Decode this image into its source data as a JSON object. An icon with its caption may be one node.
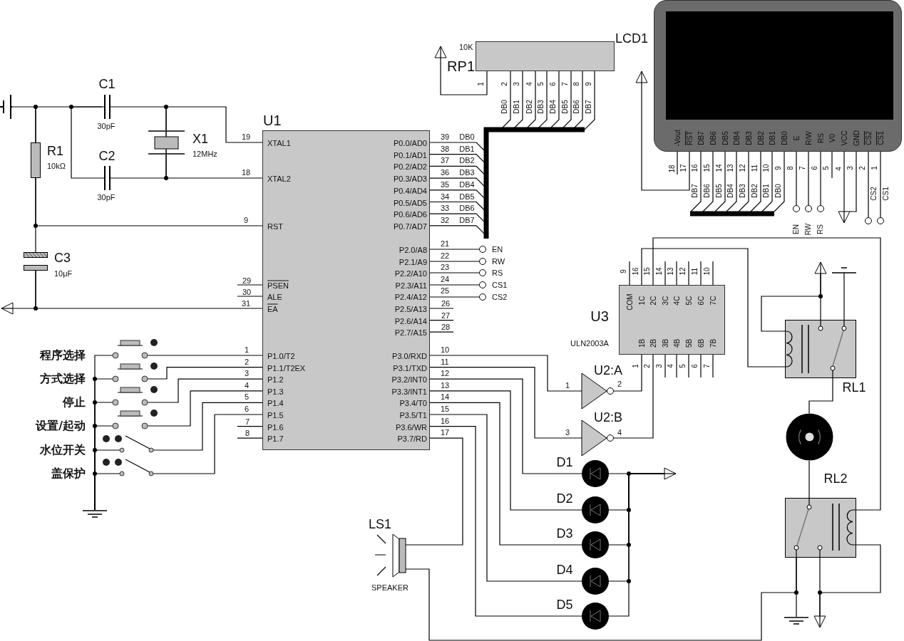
{
  "diagram": {
    "nodes": [
      {
        "text": [
          "C1",
          "30pF"
        ]
      },
      {
        "text": [
          "C2",
          "30pF"
        ]
      },
      {
        "text": [
          "X1",
          "12MHz"
        ]
      },
      {
        "text": [
          "R1",
          "10kΩ"
        ]
      },
      {
        "text": [
          "C3",
          "10μF"
        ]
      },
      {
        "text": [
          "U1",
          "XTAL1",
          "XTAL2",
          "RST",
          "PSEN",
          "ALE",
          "EA",
          "P1.0/T2",
          "P1.1/T2EX",
          "P1.2",
          "P1.3",
          "P1.4",
          "P1.5",
          "P1.6",
          "P1.7",
          "P0.0/AD0",
          "P0.1/AD1",
          "P0.2/AD2",
          "P0.3/AD3",
          "P0.4/AD4",
          "P0.5/AD5",
          "P0.6/AD6",
          "P0.7/AD7",
          "P2.0/A8",
          "P2.1/A9",
          "P2.2/A10",
          "P2.3/A11",
          "P2.4/A12",
          "P2.5/A13",
          "P2.6/A14",
          "P2.7/A15",
          "P3.0/RXD",
          "P3.1/TXD",
          "P3.2/INT0",
          "P3.3/INT1",
          "P3.4/T0",
          "P3.5/T1",
          "P3.6/WR",
          "P3.7/RD"
        ],
        "beside": [
          "29",
          "30",
          "26",
          "27",
          "28",
          "7",
          "8"
        ]
      },
      {
        "text": [
          "10K",
          "RP1"
        ]
      },
      {
        "text": [
          "LCD1",
          "-Vout",
          "RST",
          "DB7",
          "DB6",
          "DB5",
          "DB4",
          "DB3",
          "DB2",
          "DB1",
          "DB0",
          "E",
          "R/W",
          "RS",
          "V0",
          "VCC",
          "GND",
          "CS2",
          "CS1"
        ],
        "beside": [
          "18",
          "4"
        ]
      },
      {
        "text": [
          "U3",
          "ULN2003A",
          "COM",
          "1C",
          "2C",
          "3C",
          "4C",
          "5C",
          "6C",
          "7C",
          "1B",
          "2B",
          "3B",
          "4B",
          "5B",
          "6B",
          "7B"
        ]
      },
      {
        "text": [
          "U2:A"
        ]
      },
      {
        "text": [
          "U2:B"
        ]
      },
      {
        "text": [
          "RL1"
        ]
      },
      {
        "text": [],
        "shape": "circle"
      },
      {
        "text": [
          "RL2"
        ]
      },
      {
        "text": [
          "LS1",
          "SPEAKER"
        ]
      },
      {
        "text": [
          "D1"
        ]
      },
      {
        "text": [
          "D2"
        ]
      },
      {
        "text": [
          "D3"
        ]
      },
      {
        "text": [
          "D4"
        ]
      },
      {
        "text": [
          "D5"
        ]
      },
      {
        "text": [],
        "shape": "switch",
        "beside": [
          "程序选择"
        ]
      },
      {
        "text": [],
        "shape": "switch",
        "beside": [
          "方式选择"
        ]
      },
      {
        "text": [],
        "shape": "switch",
        "beside": [
          "停止"
        ]
      },
      {
        "text": [],
        "shape": "switch",
        "beside": [
          "设置/起动"
        ]
      },
      {
        "text": [],
        "shape": "switch",
        "beside": [
          "水位开关"
        ]
      },
      {
        "text": [],
        "shape": "switch",
        "beside": [
          "盖保护"
        ]
      },
      {
        "text": [
          "EN"
        ]
      },
      {
        "text": [
          "RW"
        ]
      },
      {
        "text": [
          "RS"
        ]
      },
      {
        "text": [
          "CS1"
        ]
      },
      {
        "text": [
          "CS2"
        ]
      },
      {
        "text": [
          "EN"
        ]
      },
      {
        "text": [
          "RW"
        ]
      },
      {
        "text": [
          "RS"
        ]
      },
      {
        "text": [
          "CS2"
        ]
      },
      {
        "text": [
          "CS1"
        ]
      },
      {
        "text": [],
        "shape": "triangle"
      },
      {
        "text": [],
        "shape": "triangle"
      },
      {
        "text": [],
        "shape": "triangle"
      },
      {
        "text": [],
        "shape": "ground"
      },
      {
        "text": [],
        "shape": "triangle"
      },
      {
        "text": [],
        "shape": "triangle"
      },
      {
        "text": [],
        "shape": "triangle"
      },
      {
        "text": [],
        "shape": "triangle"
      },
      {
        "text": [],
        "shape": "ground"
      },
      {
        "text": [],
        "shape": "ground"
      },
      {
        "text": [],
        "shape": "bar"
      }
    ],
    "edges": [
      {
        "from": 3,
        "to": 0,
        "arrow": "none"
      },
      {
        "from": 0,
        "to": 1,
        "arrow": "none"
      },
      {
        "from": 0,
        "to": 2,
        "arrow": "none"
      },
      {
        "from": 2,
        "to": 5,
        "arrow": "none"
      },
      {
        "from": 1,
        "to": 2,
        "arrow": "none"
      },
      {
        "from": 2,
        "to": 5,
        "arrow": "none"
      },
      {
        "from": 3,
        "to": 4,
        "arrow": "none"
      },
      {
        "from": 3,
        "to": 5,
        "arrow": "none"
      },
      {
        "from": 4,
        "to": 5,
        "arrow": "none"
      },
      {
        "from": 5,
        "to": 6,
        "arrow": "none"
      },
      {
        "from": 5,
        "to": 26,
        "arrow": "none"
      },
      {
        "from": 5,
        "to": 27,
        "arrow": "none"
      },
      {
        "from": 5,
        "to": 28,
        "arrow": "none"
      },
      {
        "from": 5,
        "to": 29,
        "arrow": "none"
      },
      {
        "from": 5,
        "to": 30,
        "arrow": "none"
      },
      {
        "from": 7,
        "to": 31,
        "arrow": "none"
      },
      {
        "from": 7,
        "to": 32,
        "arrow": "none"
      },
      {
        "from": 7,
        "to": 33,
        "arrow": "none"
      },
      {
        "from": 7,
        "to": 34,
        "arrow": "none"
      },
      {
        "from": 7,
        "to": 35,
        "arrow": "none"
      },
      {
        "from": 5,
        "to": 9,
        "arrow": "none"
      },
      {
        "from": 5,
        "to": 10,
        "arrow": "none"
      },
      {
        "from": 9,
        "to": 8,
        "arrow": "none"
      },
      {
        "from": 10,
        "to": 8,
        "arrow": "none"
      },
      {
        "from": 8,
        "to": 11,
        "arrow": "none"
      },
      {
        "from": 8,
        "to": 13,
        "arrow": "none"
      },
      {
        "from": 11,
        "to": 12,
        "arrow": "none"
      },
      {
        "from": 12,
        "to": 13,
        "arrow": "none"
      },
      {
        "from": 5,
        "to": 15,
        "arrow": "none"
      },
      {
        "from": 5,
        "to": 16,
        "arrow": "none"
      },
      {
        "from": 5,
        "to": 17,
        "arrow": "none"
      },
      {
        "from": 5,
        "to": 18,
        "arrow": "none"
      },
      {
        "from": 5,
        "to": 19,
        "arrow": "none"
      },
      {
        "from": 5,
        "to": 14,
        "arrow": "none"
      },
      {
        "from": 14,
        "to": 13,
        "arrow": "none"
      },
      {
        "from": 20,
        "to": 5,
        "arrow": "none"
      },
      {
        "from": 21,
        "to": 5,
        "arrow": "none"
      },
      {
        "from": 22,
        "to": 5,
        "arrow": "none"
      },
      {
        "from": 23,
        "to": 5,
        "arrow": "none"
      },
      {
        "from": 24,
        "to": 5,
        "arrow": "none"
      },
      {
        "from": 25,
        "to": 5,
        "arrow": "none"
      },
      {
        "from": 6,
        "to": 36,
        "arrow": "none"
      },
      {
        "from": 7,
        "to": 37,
        "arrow": "none"
      },
      {
        "from": 15,
        "to": 38,
        "arrow": "none"
      },
      {
        "from": 16,
        "to": 38,
        "arrow": "none"
      },
      {
        "from": 17,
        "to": 38,
        "arrow": "none"
      },
      {
        "from": 18,
        "to": 38,
        "arrow": "none"
      },
      {
        "from": 19,
        "to": 38,
        "arrow": "none"
      },
      {
        "from": 20,
        "to": 39,
        "arrow": "none"
      },
      {
        "from": 21,
        "to": 39,
        "arrow": "none"
      },
      {
        "from": 22,
        "to": 39,
        "arrow": "none"
      },
      {
        "from": 23,
        "to": 39,
        "arrow": "none"
      },
      {
        "from": 24,
        "to": 39,
        "arrow": "none"
      },
      {
        "from": 25,
        "to": 39,
        "arrow": "none"
      },
      {
        "from": 3,
        "to": 46,
        "arrow": "none"
      },
      {
        "from": 4,
        "to": 40,
        "arrow": "none"
      },
      {
        "from": 11,
        "to": 41,
        "arrow": "none"
      },
      {
        "from": 11,
        "to": 41,
        "arrow": "none"
      },
      {
        "from": 7,
        "to": 42,
        "arrow": "none"
      },
      {
        "from": 7,
        "to": 42,
        "arrow": "none"
      },
      {
        "from": 13,
        "to": 43,
        "arrow": "none"
      },
      {
        "from": 13,
        "to": 43,
        "arrow": "none"
      },
      {
        "from": 13,
        "to": 44,
        "arrow": "none"
      },
      {
        "from": 11,
        "to": 45,
        "arrow": "none"
      }
    ],
    "labels": [
      "19",
      "18",
      "9",
      "31",
      "39",
      "DB0",
      "38",
      "DB1",
      "37",
      "DB2",
      "36",
      "DB3",
      "35",
      "DB4",
      "34",
      "DB5",
      "33",
      "DB6",
      "32",
      "DB7",
      "21",
      "22",
      "23",
      "24",
      "25",
      "1",
      "2",
      "3",
      "4",
      "5",
      "6",
      "10",
      "11",
      "12",
      "13",
      "14",
      "15",
      "16",
      "17",
      "1",
      "2",
      "3",
      "4",
      "5",
      "6",
      "7",
      "8",
      "9",
      "DB0",
      "DB1",
      "DB2",
      "DB3",
      "DB4",
      "DB5",
      "DB6",
      "DB7",
      "17",
      "16",
      "15",
      "14",
      "13",
      "12",
      "11",
      "10",
      "9",
      "8",
      "7",
      "6",
      "5",
      "3",
      "2",
      "1",
      "DB7",
      "DB6",
      "DB5",
      "DB4",
      "DB3",
      "DB2",
      "DB1",
      "DB0",
      "9",
      "16",
      "15",
      "14",
      "13",
      "12",
      "11",
      "10",
      "1",
      "2",
      "3",
      "4",
      "5",
      "6",
      "7",
      "1",
      "2",
      "3",
      "4"
    ]
  }
}
